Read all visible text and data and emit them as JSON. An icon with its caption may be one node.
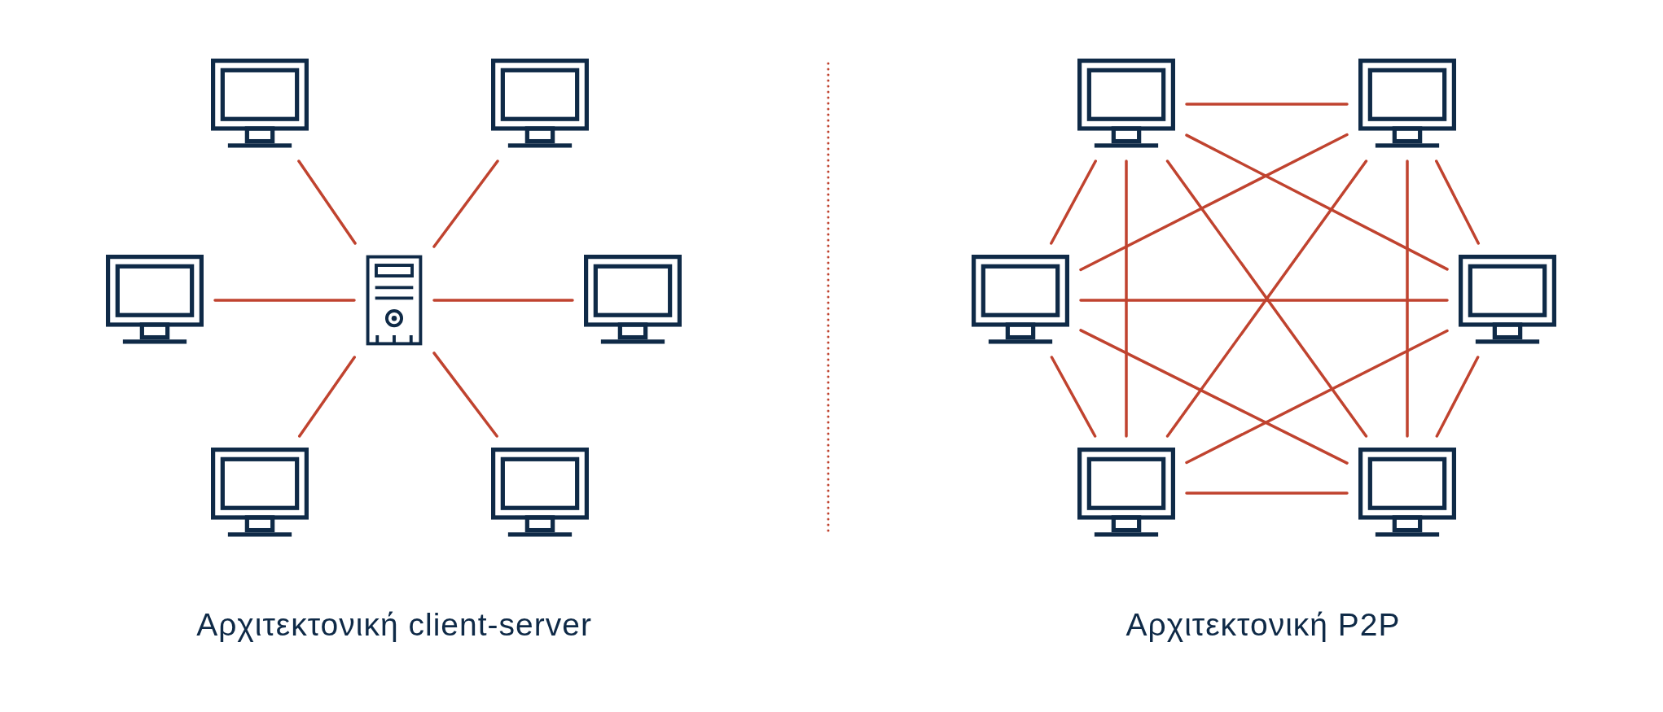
{
  "diagram": {
    "nodes": [
      {
        "text": [],
        "shape": "monitor"
      },
      {
        "text": [],
        "shape": "monitor"
      },
      {
        "text": [],
        "shape": "monitor"
      },
      {
        "text": [],
        "shape": "server"
      },
      {
        "text": [],
        "shape": "monitor"
      },
      {
        "text": [],
        "shape": "monitor"
      },
      {
        "text": [],
        "shape": "monitor"
      },
      {
        "text": [],
        "shape": "monitor"
      },
      {
        "text": [],
        "shape": "monitor"
      },
      {
        "text": [],
        "shape": "monitor"
      },
      {
        "text": [],
        "shape": "monitor"
      },
      {
        "text": [],
        "shape": "monitor"
      },
      {
        "text": [],
        "shape": "monitor"
      }
    ],
    "edges": [
      {
        "from": 3,
        "to": 0,
        "arrow": "none"
      },
      {
        "from": 3,
        "to": 1,
        "arrow": "none"
      },
      {
        "from": 3,
        "to": 2,
        "arrow": "none"
      },
      {
        "from": 3,
        "to": 4,
        "arrow": "none"
      },
      {
        "from": 3,
        "to": 5,
        "arrow": "none"
      },
      {
        "from": 3,
        "to": 6,
        "arrow": "none"
      },
      {
        "from": 7,
        "to": 8,
        "arrow": "none"
      },
      {
        "from": 7,
        "to": 9,
        "arrow": "none"
      },
      {
        "from": 7,
        "to": 10,
        "arrow": "none"
      },
      {
        "from": 7,
        "to": 11,
        "arrow": "none"
      },
      {
        "from": 7,
        "to": 12,
        "arrow": "none"
      },
      {
        "from": 8,
        "to": 9,
        "arrow": "none"
      },
      {
        "from": 8,
        "to": 10,
        "arrow": "none"
      },
      {
        "from": 8,
        "to": 11,
        "arrow": "none"
      },
      {
        "from": 8,
        "to": 12,
        "arrow": "none"
      },
      {
        "from": 9,
        "to": 10,
        "arrow": "none"
      },
      {
        "from": 9,
        "to": 11,
        "arrow": "none"
      },
      {
        "from": 9,
        "to": 12,
        "arrow": "none"
      },
      {
        "from": 10,
        "to": 11,
        "arrow": "none"
      },
      {
        "from": 10,
        "to": 12,
        "arrow": "none"
      },
      {
        "from": 11,
        "to": 12,
        "arrow": "none"
      }
    ],
    "labels": [
      "Αρχιτεκτονική client-server",
      "Αρχιτεκτονική P2P"
    ]
  }
}
